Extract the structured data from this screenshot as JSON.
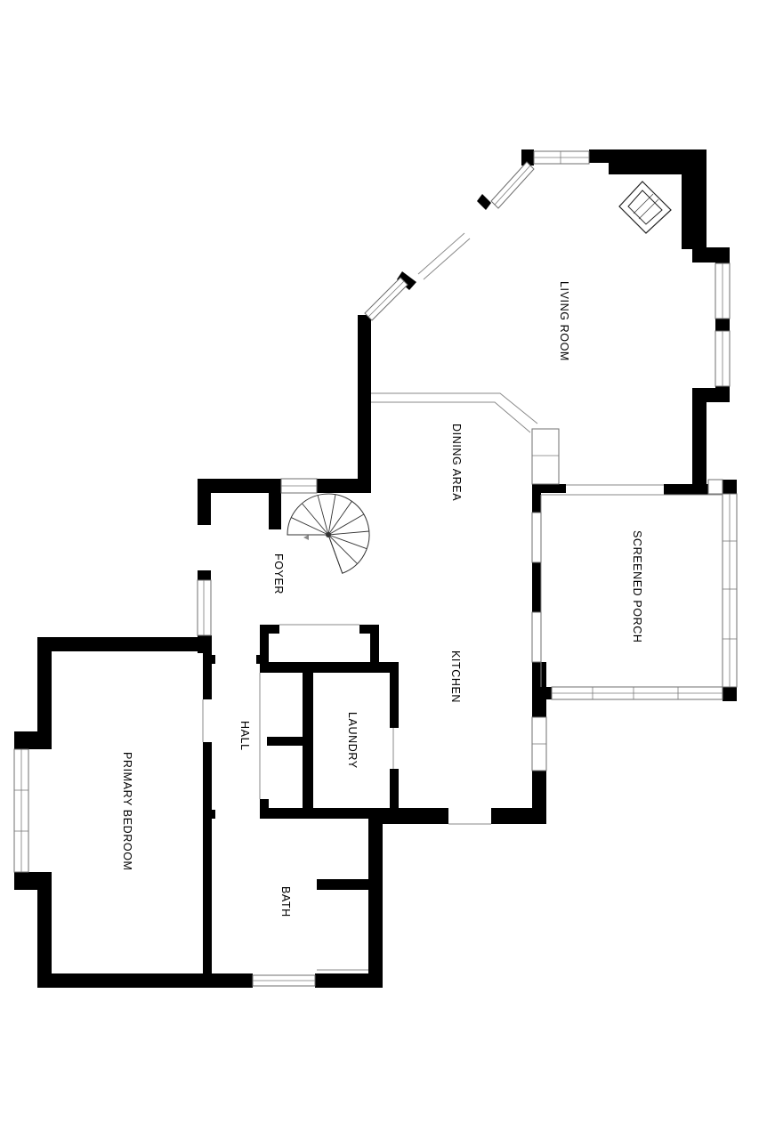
{
  "plan": {
    "rooms": [
      {
        "id": "living",
        "label": "LIVING ROOM"
      },
      {
        "id": "dining",
        "label": "DINING AREA"
      },
      {
        "id": "porch",
        "label": "SCREENED PORCH"
      },
      {
        "id": "foyer",
        "label": "FOYER"
      },
      {
        "id": "kitchen",
        "label": "KITCHEN"
      },
      {
        "id": "laundry",
        "label": "LAUNDRY"
      },
      {
        "id": "hall",
        "label": "HALL"
      },
      {
        "id": "bedroom",
        "label": "PRIMARY BEDROOM"
      },
      {
        "id": "bath",
        "label": "BATH"
      }
    ],
    "colors": {
      "wall": "#000000",
      "background": "#ffffff",
      "window": "#7a7a7a"
    },
    "icons": [
      "spiral-stair-icon",
      "fireplace-icon"
    ]
  }
}
